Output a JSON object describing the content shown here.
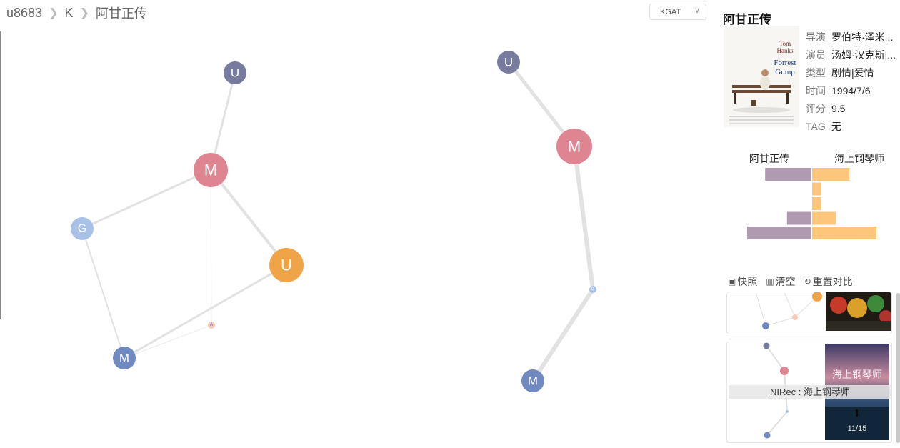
{
  "breadcrumb": {
    "user": "u8683",
    "level": "K",
    "movie": "阿甘正传"
  },
  "dropdown": {
    "selected": "KGAT"
  },
  "graph_left": {
    "nodes": [
      {
        "id": "u1",
        "label": "U",
        "type": "user",
        "color": "#777c9f"
      },
      {
        "id": "m1",
        "label": "M",
        "type": "movie",
        "color": "#df8592"
      },
      {
        "id": "g1",
        "label": "G",
        "type": "genre",
        "color": "#a9c1e6"
      },
      {
        "id": "u2",
        "label": "U",
        "type": "user",
        "color": "#f0a448"
      },
      {
        "id": "a1",
        "label": "A",
        "type": "actor",
        "color": "#f7c9b8"
      },
      {
        "id": "m2",
        "label": "M",
        "type": "movie",
        "color": "#7089c0"
      }
    ]
  },
  "graph_right": {
    "nodes": [
      {
        "id": "ru",
        "label": "U",
        "type": "user",
        "color": "#777c9f"
      },
      {
        "id": "rm",
        "label": "M",
        "type": "movie",
        "color": "#df8592"
      },
      {
        "id": "rg",
        "label": "G",
        "type": "genre",
        "color": "#a9c1e6"
      },
      {
        "id": "rm2",
        "label": "M",
        "type": "movie",
        "color": "#7089c0"
      }
    ]
  },
  "movie": {
    "title": "阿甘正传",
    "poster_text": [
      "Tom",
      "Hanks",
      "Forrest",
      "Gump"
    ],
    "fields": [
      {
        "key": "导演",
        "value": "罗伯特·泽米..."
      },
      {
        "key": "演员",
        "value": "汤姆·汉克斯|..."
      },
      {
        "key": "类型",
        "value": "剧情|爱情"
      },
      {
        "key": "时间",
        "value": "1994/7/6"
      },
      {
        "key": "评分",
        "value": "9.5"
      },
      {
        "key": "TAG",
        "value": "无"
      }
    ]
  },
  "comparison": {
    "left_label": "阿甘正传",
    "right_label": "海上钢琴师",
    "left_color": "#b09ab2",
    "right_color": "#fec67a",
    "left_values": [
      0.72,
      0,
      0,
      0.38,
      1.0
    ],
    "right_values": [
      0.58,
      0.14,
      0.14,
      0.37,
      1.0
    ]
  },
  "actions": [
    {
      "icon": "camera-icon",
      "label": "快照"
    },
    {
      "icon": "trash-icon",
      "label": "清空"
    },
    {
      "icon": "refresh-icon",
      "label": "重置对比"
    }
  ],
  "recommendation": {
    "label": "NIRec : 海上钢琴师",
    "poster_text": "海上钢琴师",
    "poster_date": "11/15"
  }
}
